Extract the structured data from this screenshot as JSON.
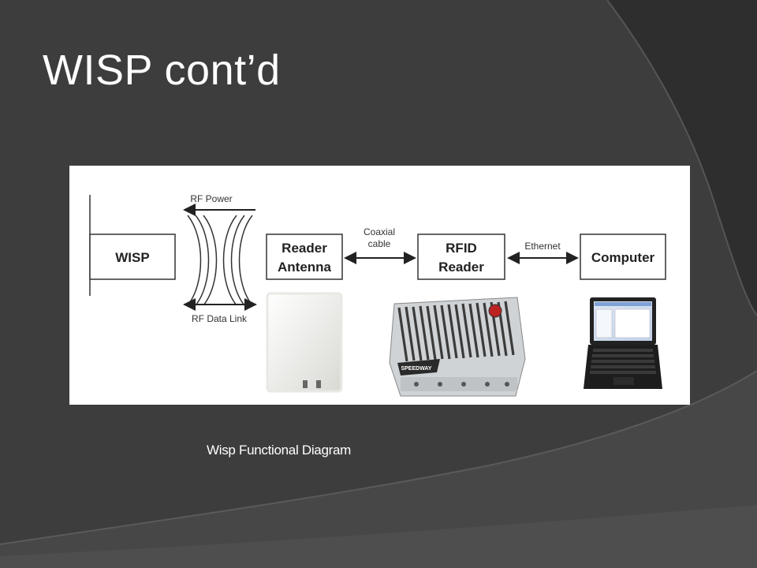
{
  "slide": {
    "title": "WISP cont’d",
    "caption": "Wisp Functional Diagram"
  },
  "diagram": {
    "nodes": {
      "wisp": "WISP",
      "antenna_line1": "Reader",
      "antenna_line2": "Antenna",
      "rfid_line1": "RFID",
      "rfid_line2": "Reader",
      "computer": "Computer"
    },
    "links": {
      "rf_power": "RF Power",
      "rf_data": "RF Data Link",
      "coax_line1": "Coaxial",
      "coax_line2": "cable",
      "ethernet": "Ethernet"
    },
    "photos": {
      "reader_brand": "SPEEDWAY"
    }
  }
}
